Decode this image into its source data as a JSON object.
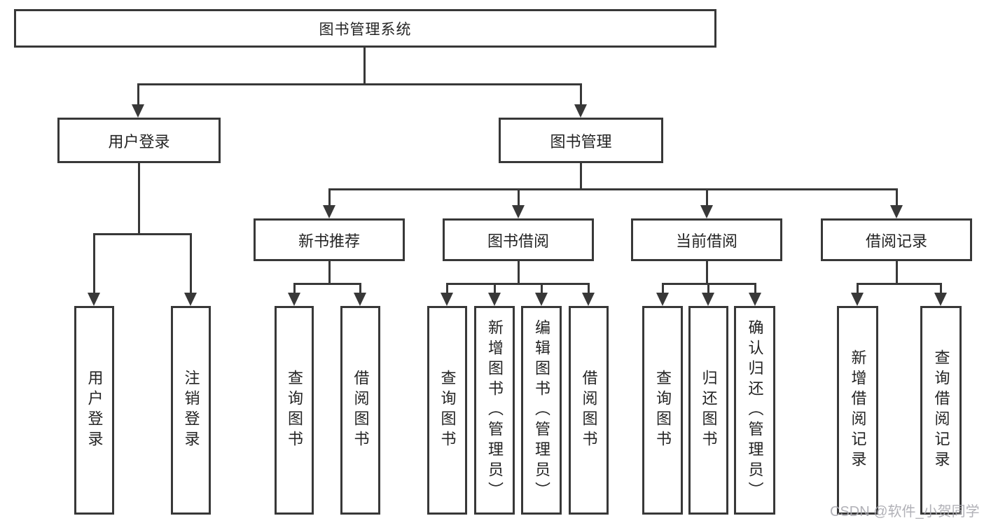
{
  "tree": {
    "root": {
      "label": "图书管理系统"
    },
    "level2": [
      {
        "label": "用户登录"
      },
      {
        "label": "图书管理"
      }
    ],
    "level3": [
      {
        "label": "新书推荐",
        "parent": "图书管理"
      },
      {
        "label": "图书借阅",
        "parent": "图书管理"
      },
      {
        "label": "当前借阅",
        "parent": "图书管理"
      },
      {
        "label": "借阅记录",
        "parent": "图书管理"
      }
    ],
    "leaves": [
      {
        "label": "用户登录",
        "parent": "用户登录"
      },
      {
        "label": "注销登录",
        "parent": "用户登录"
      },
      {
        "label": "查询图书",
        "parent": "新书推荐"
      },
      {
        "label": "借阅图书",
        "parent": "新书推荐"
      },
      {
        "label": "查询图书",
        "parent": "图书借阅"
      },
      {
        "label": "新增图书（管理员）",
        "parent": "图书借阅"
      },
      {
        "label": "编辑图书（管理员）",
        "parent": "图书借阅"
      },
      {
        "label": "借阅图书",
        "parent": "图书借阅"
      },
      {
        "label": "查询图书",
        "parent": "当前借阅"
      },
      {
        "label": "归还图书",
        "parent": "当前借阅"
      },
      {
        "label": "确认归还（管理员）",
        "parent": "当前借阅"
      },
      {
        "label": "新增借阅记录",
        "parent": "借阅记录"
      },
      {
        "label": "查询借阅记录",
        "parent": "借阅记录"
      }
    ]
  },
  "watermark": {
    "text": "CSDN @软件_小贺同学"
  },
  "colors": {
    "line": "#383838",
    "text": "#242424",
    "box_background": "#ffffff",
    "watermark": "#a8a8af"
  }
}
